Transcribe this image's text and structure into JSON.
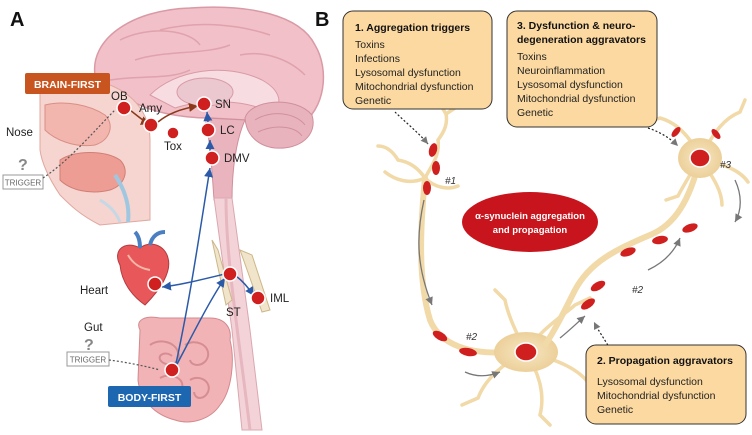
{
  "panel_a": {
    "letter": "A",
    "brain_first": "BRAIN-FIRST",
    "body_first": "BODY-FIRST",
    "labels": {
      "ob": "OB",
      "amy": "Amy",
      "tox": "Tox",
      "sn": "SN",
      "lc": "LC",
      "dmv": "DMV",
      "nose": "Nose",
      "heart": "Heart",
      "gut": "Gut",
      "st": "ST",
      "iml": "IML"
    },
    "trigger_top": {
      "q": "?",
      "text": "TRIGGER"
    },
    "trigger_bottom": {
      "q": "?",
      "text": "TRIGGER"
    },
    "colors": {
      "brain_first": "#c8551f",
      "body_first": "#1d66b0",
      "node": "#d01f1f",
      "arrow": "#2a5aa8"
    }
  },
  "panel_b": {
    "letter": "B",
    "box1": {
      "title": "1. Aggregation triggers",
      "items": [
        "Toxins",
        "Infections",
        "Lysosomal dysfunction",
        "Mitochondrial dysfunction",
        "Genetic"
      ]
    },
    "box2": {
      "title": "2. Propagation aggravators",
      "items": [
        "Lysosomal dysfunction",
        "Mitochondrial dysfunction",
        "Genetic"
      ]
    },
    "box3": {
      "title_line1": "3. Dysfunction & neuro-",
      "title_line2": "degeneration aggravators",
      "items": [
        "Toxins",
        "Neuroinflammation",
        "Lysosomal dysfunction",
        "Mitochondrial dysfunction",
        "Genetic"
      ]
    },
    "center": {
      "line1": "α-synuclein aggregation",
      "line2": "and propagation"
    },
    "markers": {
      "m1": "#1",
      "m2a": "#2",
      "m2b": "#2",
      "m3": "#3"
    },
    "colors": {
      "box_fill": "#fcd9a0",
      "neuron": "#f1d9a8",
      "aggregate": "#d01f1f"
    }
  }
}
